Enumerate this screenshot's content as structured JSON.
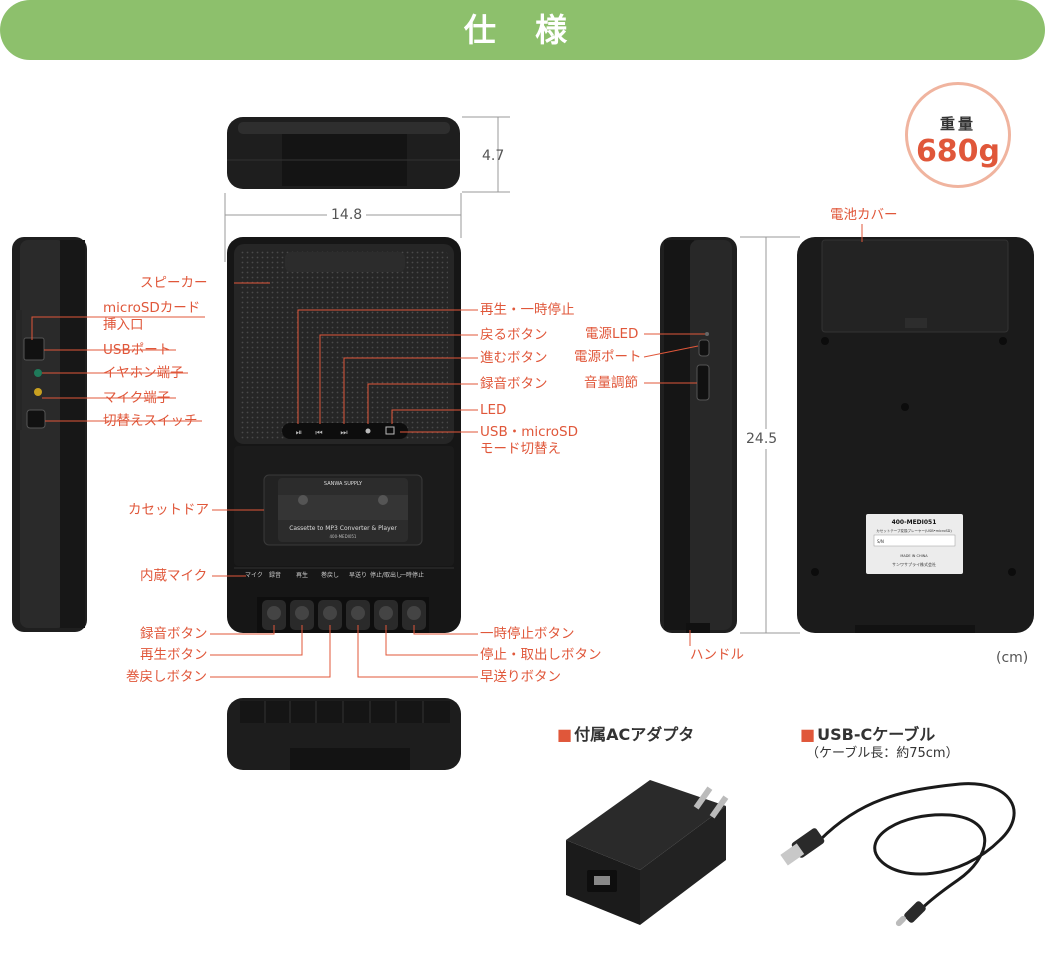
{
  "header": {
    "title": "仕 様"
  },
  "weight": {
    "label": "重量",
    "value": "680g"
  },
  "dimensions": {
    "height": "4.7",
    "width": "14.8",
    "length": "24.5",
    "unit": "(cm)"
  },
  "labels_left_side": [
    "スピーカー",
    "microSDカード\n挿入口",
    "USBポート",
    "イヤホン端子",
    "マイク端子",
    "切替えスイッチ"
  ],
  "labels_front_right": [
    "再生・一時停止",
    "戻るボタン",
    "進むボタン",
    "録音ボタン",
    "LED",
    "USB・microSD\nモード切替え"
  ],
  "labels_front_left": [
    "カセットドア",
    "内蔵マイク"
  ],
  "labels_buttons_left": [
    "録音ボタン",
    "再生ボタン",
    "巻戻しボタン"
  ],
  "labels_buttons_right": [
    "一時停止ボタン",
    "停止・取出しボタン",
    "早送りボタン"
  ],
  "labels_right_side": [
    "電源LED",
    "電源ポート",
    "音量調節",
    "ハンドル"
  ],
  "labels_back": [
    "電池カバー"
  ],
  "device_text": {
    "cassette_brand": "SANWA SUPPLY",
    "cassette_name": "Cassette to MP3 Converter & Player",
    "cassette_model": "400-MEDI051",
    "front_strip": [
      "マイク",
      "録音",
      "再生",
      "巻戻し",
      "早送り",
      "停止/取出し",
      "一時停止"
    ],
    "back_label_model": "400-MEDI051",
    "back_label_desc": "カセットテープ変換プレーヤー(USB•microSD)",
    "back_label_sn": "S/N",
    "back_label_made": "MADE IN CHINA",
    "back_label_company": "サンワサプライ株式会社"
  },
  "accessories": [
    {
      "title": "付属ACアダプタ",
      "subtitle": ""
    },
    {
      "title": "USB-Cケーブル",
      "subtitle": "（ケーブル長：約75cm）"
    }
  ],
  "colors": {
    "accent": "#e0573a",
    "header": "#8dc06c",
    "device": "#1c1c1c"
  }
}
